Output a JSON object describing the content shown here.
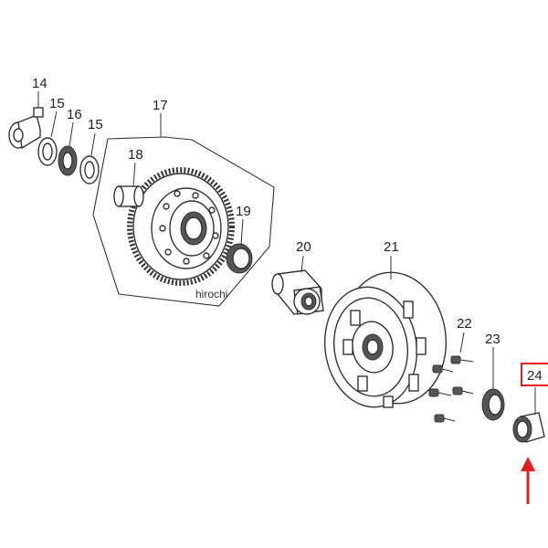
{
  "diagram": {
    "watermark": "hirochi",
    "highlight_color": "#e02020",
    "parts": [
      {
        "id": "14",
        "label": "14"
      },
      {
        "id": "15a",
        "label": "15"
      },
      {
        "id": "16",
        "label": "16"
      },
      {
        "id": "15b",
        "label": "15"
      },
      {
        "id": "17",
        "label": "17"
      },
      {
        "id": "18",
        "label": "18"
      },
      {
        "id": "19",
        "label": "19"
      },
      {
        "id": "20",
        "label": "20"
      },
      {
        "id": "21",
        "label": "21"
      },
      {
        "id": "22",
        "label": "22"
      },
      {
        "id": "23",
        "label": "23"
      },
      {
        "id": "24",
        "label": "24"
      }
    ],
    "highlighted_part": "24"
  }
}
